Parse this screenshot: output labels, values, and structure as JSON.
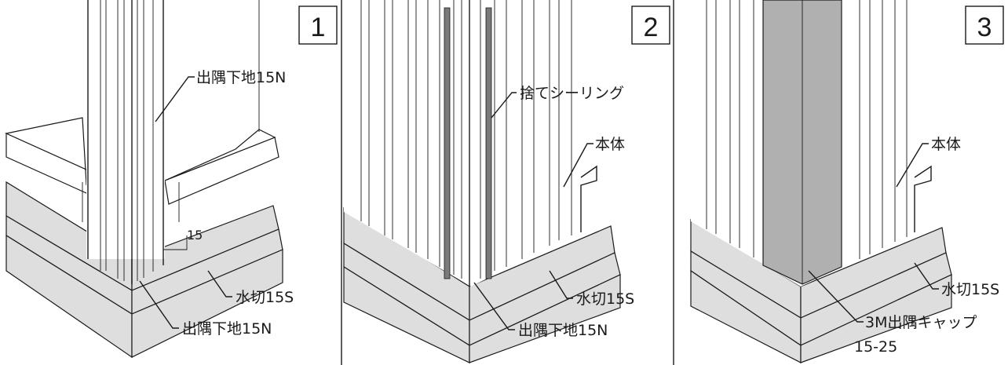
{
  "panels": [
    {
      "number": "1",
      "labels": [
        "出隅下地15N",
        "15",
        "水切15S",
        "出隅下地15N"
      ]
    },
    {
      "number": "2",
      "labels": [
        "捨てシーリング",
        "本体",
        "水切15S",
        "出隅下地15N"
      ]
    },
    {
      "number": "3",
      "labels": [
        "本体",
        "水切15S",
        "3M出隅キャップ",
        "15-25"
      ]
    }
  ],
  "colors": {
    "line": "#1a1a1a",
    "flashing": "#dedede",
    "cap": "#b0b0b0",
    "sealant": "#555555"
  }
}
